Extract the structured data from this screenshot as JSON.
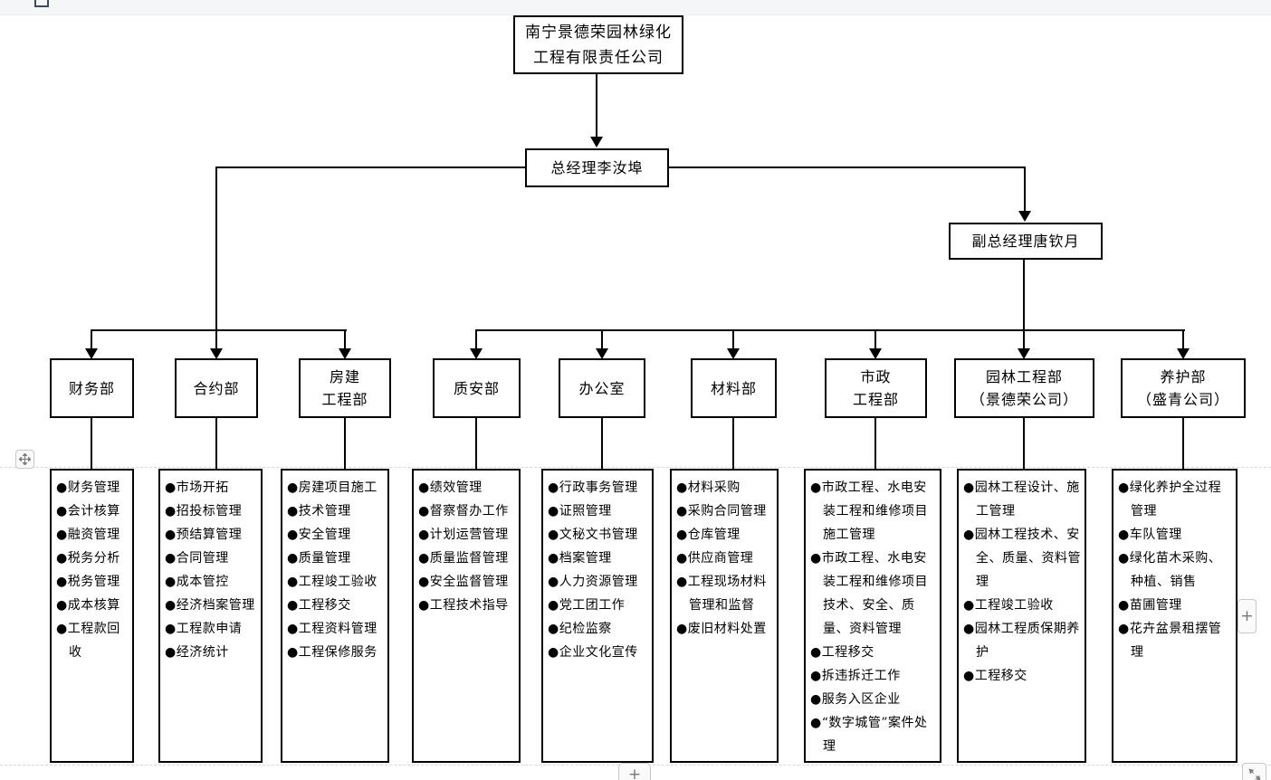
{
  "org_chart": {
    "bullet": "●",
    "company": {
      "line1": "南宁景德荣园林绿化",
      "line2": "工程有限责任公司"
    },
    "general_manager": "总经理李汝埠",
    "deputy_manager": "副总经理唐钦月",
    "departments": [
      {
        "name": "财务部",
        "name_lines": [
          "财务部"
        ],
        "duties": [
          "财务管理",
          "会计核算",
          "融资管理",
          "税务分析",
          "税务管理",
          "成本核算",
          "工程款回收"
        ]
      },
      {
        "name": "合约部",
        "name_lines": [
          "合约部"
        ],
        "duties": [
          "市场开拓",
          "招投标管理",
          "预结算管理",
          "合同管理",
          "成本管控",
          "经济档案管理",
          "工程款申请",
          "经济统计"
        ]
      },
      {
        "name": "房建工程部",
        "name_lines": [
          "房建",
          "工程部"
        ],
        "duties": [
          "房建项目施工",
          "技术管理",
          "安全管理",
          "质量管理",
          "工程竣工验收",
          "工程移交",
          "工程资料管理",
          "工程保修服务"
        ]
      },
      {
        "name": "质安部",
        "name_lines": [
          "质安部"
        ],
        "duties": [
          "绩效管理",
          "督察督办工作",
          "计划运营管理",
          "质量监督管理",
          "安全监督管理",
          "工程技术指导"
        ]
      },
      {
        "name": "办公室",
        "name_lines": [
          "办公室"
        ],
        "duties": [
          "行政事务管理",
          "证照管理",
          "文秘文书管理",
          "档案管理",
          "人力资源管理",
          "党工团工作",
          "纪检监察",
          "企业文化宣传"
        ]
      },
      {
        "name": "材料部",
        "name_lines": [
          "材料部"
        ],
        "duties": [
          "材料采购",
          "采购合同管理",
          "仓库管理",
          "供应商管理",
          "工程现场材料管理和监督",
          "废旧材料处置"
        ]
      },
      {
        "name": "市政工程部",
        "name_lines": [
          "市政",
          "工程部"
        ],
        "duties": [
          "市政工程、水电安装工程和维修项目施工管理",
          "市政工程、水电安装工程和维修项目技术、安全、质量、资料管理",
          "工程移交",
          "拆违拆迁工作",
          "服务入区企业",
          "“数字城管”案件处理"
        ]
      },
      {
        "name": "园林工程部（景德荣公司）",
        "name_lines": [
          "园林工程部",
          "（景德荣公司）"
        ],
        "duties": [
          "园林工程设计、施工管理",
          "园林工程技术、安全、质量、资料管理",
          "工程竣工验收",
          "园林工程质保期养护",
          "工程移交"
        ]
      },
      {
        "name": "养护部（盛青公司）",
        "name_lines": [
          "养护部",
          "（盛青公司）"
        ],
        "duties": [
          "绿化养护全过程管理",
          "车队管理",
          "绿化苗木采购、种植、销售",
          "苗圃管理",
          "花卉盆景租摆管理"
        ]
      }
    ]
  },
  "controls": {
    "right_plus": "+",
    "bottom_plus": "+"
  },
  "colors": {
    "line": "#000000",
    "background": "#ffffff",
    "top_strip": "#f4f6f8",
    "guide_dash": "#d8d8d8",
    "control_border": "#c8c8c8",
    "control_glyph": "#8a8a8a"
  }
}
